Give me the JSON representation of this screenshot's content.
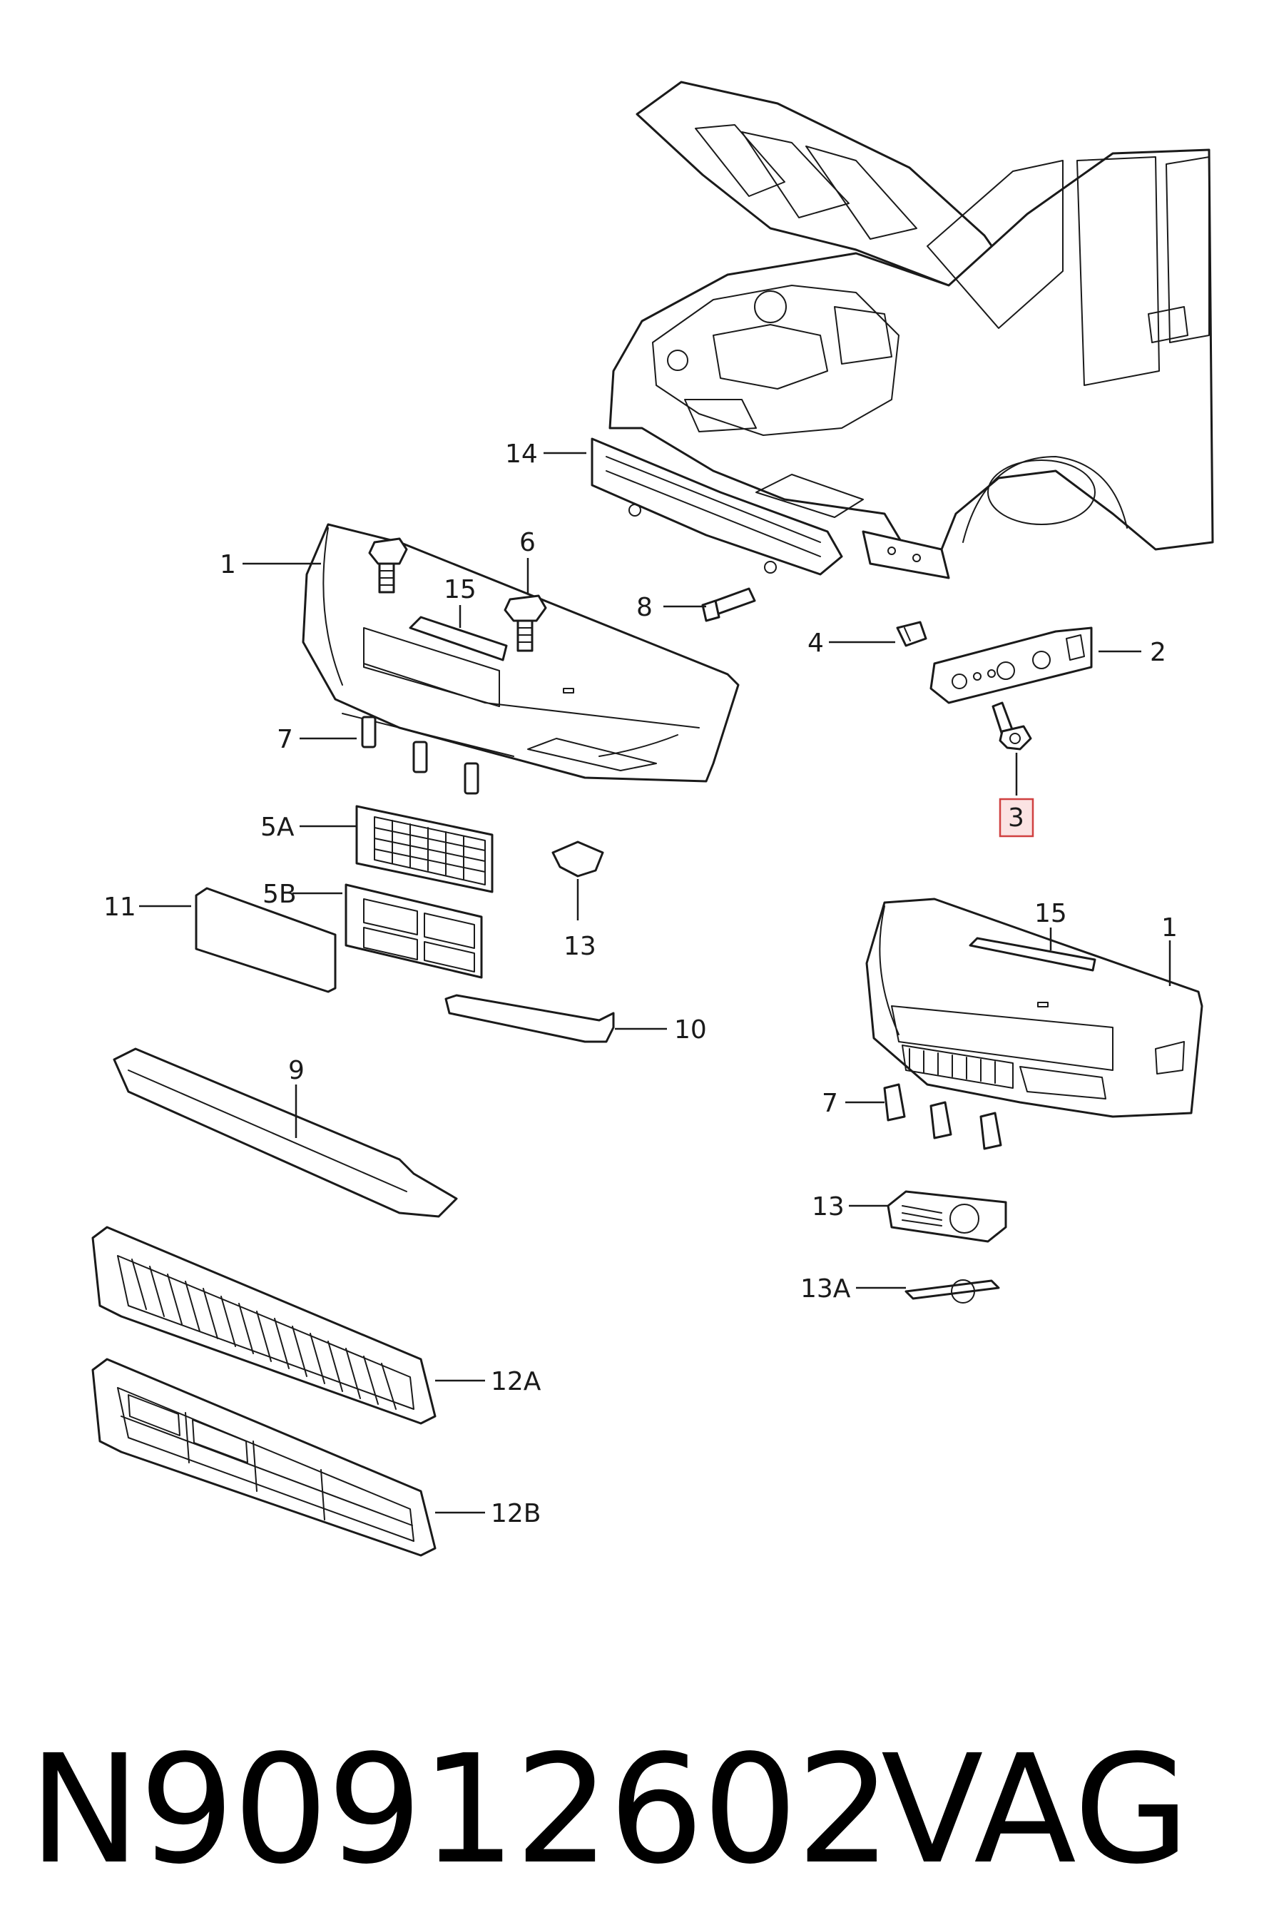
{
  "callouts": {
    "c14": "14",
    "c1_left": "1",
    "c6": "6",
    "c15_left": "15",
    "c8": "8",
    "c4": "4",
    "c2": "2",
    "c3": "3",
    "c7_left": "7",
    "c5a": "5A",
    "c5b": "5B",
    "c11": "11",
    "c13_left": "13",
    "c10": "10",
    "c15_right": "15",
    "c1_right": "1",
    "c9": "9",
    "c7_right": "7",
    "c13_right": "13",
    "c13a": "13A",
    "c12a": "12A",
    "c12b": "12B"
  },
  "footer": {
    "part_number": "N90912602",
    "brand": "VAG"
  },
  "colors": {
    "line": "#1a1a1a",
    "highlight_fill": "#fbe3e3",
    "highlight_stroke": "#d04040"
  }
}
